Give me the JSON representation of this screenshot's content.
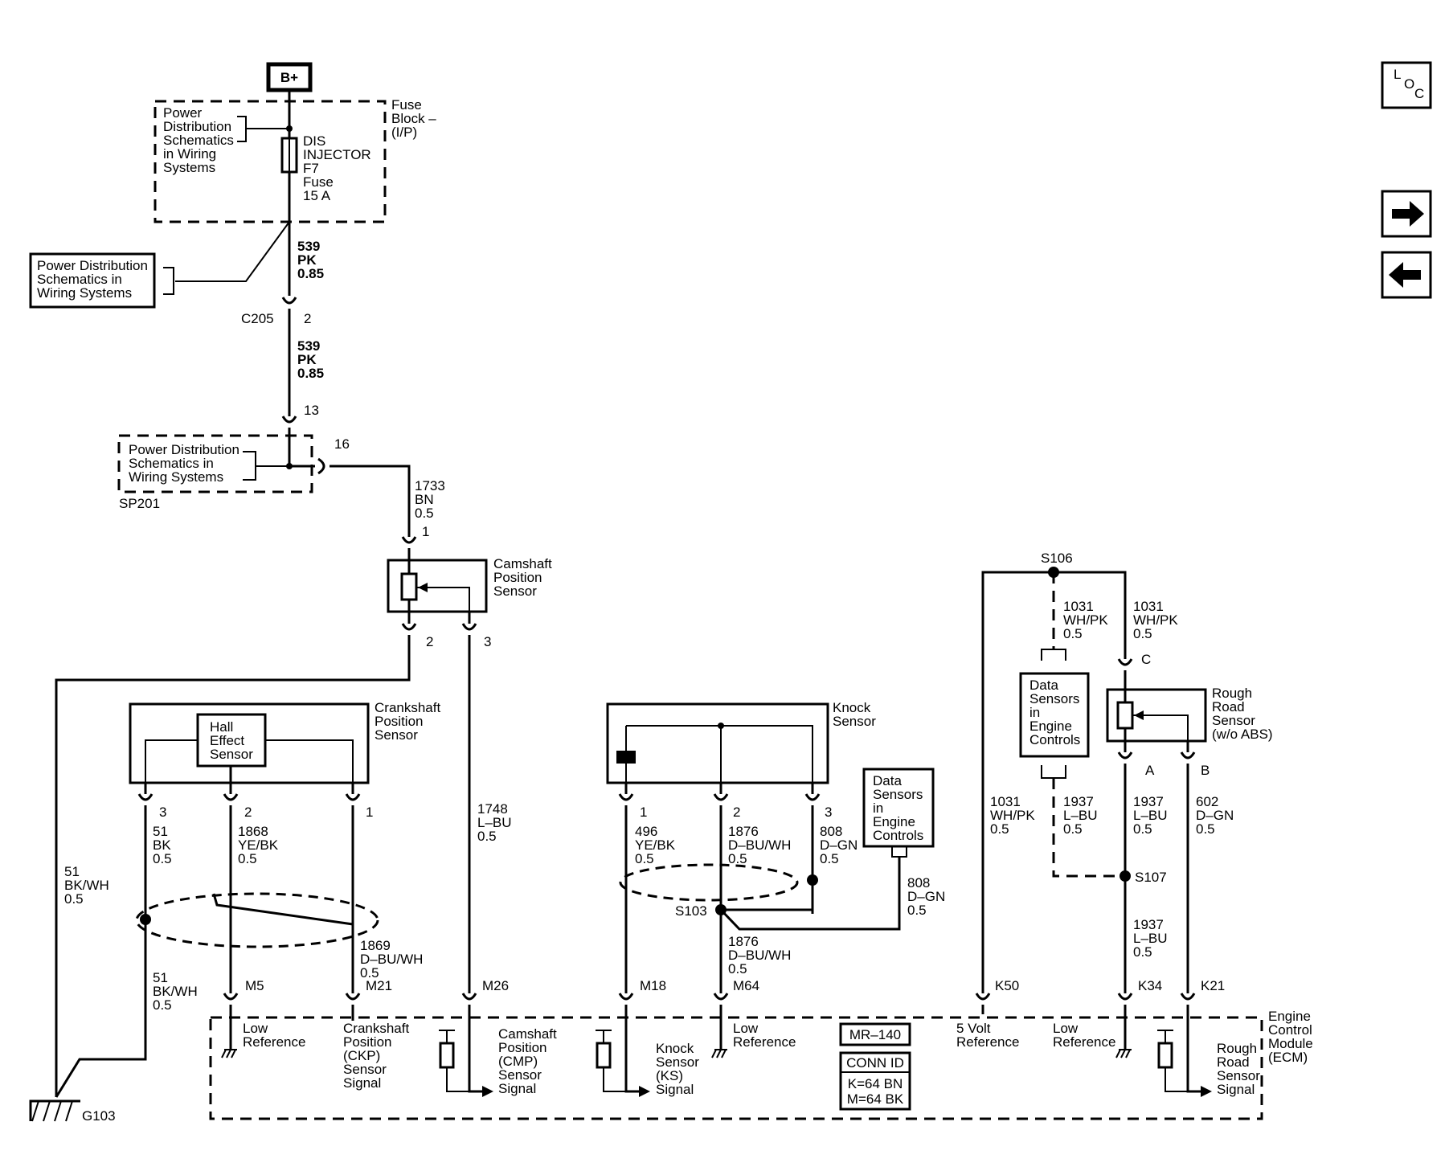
{
  "power": {
    "bplus": "B+",
    "pd_top": [
      "Power",
      "Distribution",
      "Schematics",
      "in Wiring",
      "Systems"
    ],
    "fuse_block": [
      "Fuse",
      "Block –",
      "(I/P)"
    ],
    "fuse": [
      "DIS",
      "INJECTOR",
      "F7",
      "Fuse",
      "15 A"
    ],
    "pd_left": [
      "Power Distribution",
      "Schematics in",
      "Wiring Systems"
    ],
    "pd_sp": [
      "Power Distribution",
      "Schematics in",
      "Wiring Systems"
    ],
    "sp201": "SP201",
    "c205": "C205",
    "c205_pin": "2",
    "pin13": "13",
    "pin16": "16",
    "w539a": [
      "539",
      "PK",
      "0.85"
    ],
    "w539b": [
      "539",
      "PK",
      "0.85"
    ],
    "w1733": [
      "1733",
      "BN",
      "0.5"
    ]
  },
  "cmp": {
    "name": [
      "Camshaft",
      "Position",
      "Sensor"
    ],
    "pin1": "1",
    "pin2": "2",
    "pin3": "3",
    "w1748": [
      "1748",
      "L–BU",
      "0.5"
    ]
  },
  "ckp": {
    "name": [
      "Crankshaft",
      "Position",
      "Sensor"
    ],
    "hall": [
      "Hall",
      "Effect",
      "Sensor"
    ],
    "pin3": "3",
    "pin2": "2",
    "pin1": "1",
    "w51": [
      "51",
      "BK",
      "0.5"
    ],
    "w1868": [
      "1868",
      "YE/BK",
      "0.5"
    ],
    "w51bkwh": [
      "51",
      "BK/WH",
      "0.5"
    ],
    "w1869": [
      "1869",
      "D–BU/WH",
      "0.5"
    ],
    "w51bkwh2": [
      "51",
      "BK/WH",
      "0.5"
    ],
    "g103": "G103"
  },
  "ks": {
    "name": [
      "Knock",
      "Sensor"
    ],
    "pin1": "1",
    "pin2": "2",
    "pin3": "3",
    "w496": [
      "496",
      "YE/BK",
      "0.5"
    ],
    "w1876": [
      "1876",
      "D–BU/WH",
      "0.5"
    ],
    "w808": [
      "808",
      "D–GN",
      "0.5"
    ],
    "data_box": [
      "Data",
      "Sensors",
      "in",
      "Engine",
      "Controls"
    ],
    "w808b": [
      "808",
      "D–GN",
      "0.5"
    ],
    "s103": "S103",
    "w1876b": [
      "1876",
      "D–BU/WH",
      "0.5"
    ]
  },
  "rr": {
    "s106": "S106",
    "w1031a": [
      "1031",
      "WH/PK",
      "0.5"
    ],
    "w1031b": [
      "1031",
      "WH/PK",
      "0.5"
    ],
    "w1031c": [
      "1031",
      "WH/PK",
      "0.5"
    ],
    "data_box": [
      "Data",
      "Sensors",
      "in",
      "Engine",
      "Controls"
    ],
    "name": [
      "Rough",
      "Road",
      "Sensor",
      "(w/o ABS)"
    ],
    "pinC": "C",
    "pinA": "A",
    "pinB": "B",
    "w1937a": [
      "1937",
      "L–BU",
      "0.5"
    ],
    "w1937b": [
      "1937",
      "L–BU",
      "0.5"
    ],
    "w1937c": [
      "1937",
      "L–BU",
      "0.5"
    ],
    "w602": [
      "602",
      "D–GN",
      "0.5"
    ],
    "s107": "S107"
  },
  "ecm": {
    "name": [
      "Engine",
      "Control",
      "Module",
      "(ECM)"
    ],
    "pins": {
      "m5": "M5",
      "m21": "M21",
      "m26": "M26",
      "m18": "M18",
      "m64": "M64",
      "k50": "K50",
      "k34": "K34",
      "k21": "K21"
    },
    "low_ref1": [
      "Low",
      "Reference"
    ],
    "ckp_sig": [
      "Crankshaft",
      "Position",
      "(CKP)",
      "Sensor",
      "Signal"
    ],
    "cmp_sig": [
      "Camshaft",
      "Position",
      "(CMP)",
      "Sensor",
      "Signal"
    ],
    "ks_sig": [
      "Knock",
      "Sensor",
      "(KS)",
      "Signal"
    ],
    "low_ref2": [
      "Low",
      "Reference"
    ],
    "mr": "MR–140",
    "conn_id": "CONN ID",
    "conn_k": "K=64 BN",
    "conn_m": "M=64 BK",
    "five_v": [
      "5 Volt",
      "Reference"
    ],
    "low_ref3": [
      "Low",
      "Reference"
    ],
    "rr_sig": [
      "Rough",
      "Road",
      "Sensor",
      "Signal"
    ]
  },
  "nav": {
    "loc": [
      "L",
      "O",
      "C"
    ]
  }
}
